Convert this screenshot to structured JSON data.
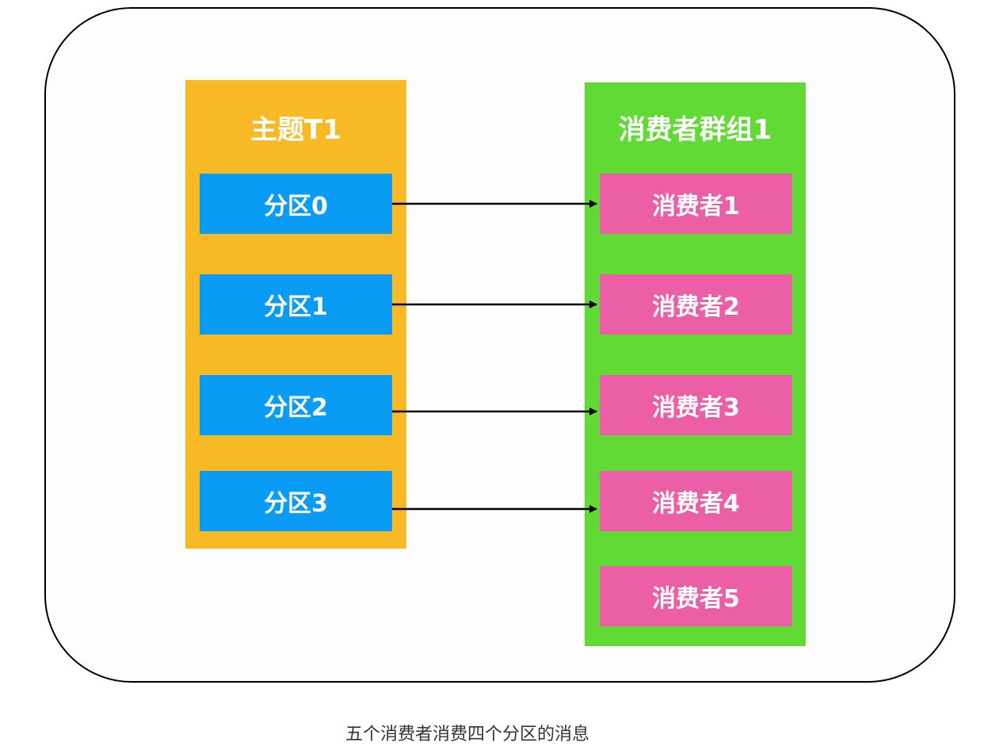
{
  "topic": {
    "title": "主题T1",
    "partitions": [
      "分区0",
      "分区1",
      "分区2",
      "分区3"
    ]
  },
  "consumer_group": {
    "title": "消费者群组1",
    "consumers": [
      "消费者1",
      "消费者2",
      "消费者3",
      "消费者4",
      "消费者5"
    ]
  },
  "links": [
    {
      "from": "分区0",
      "to": "消费者1"
    },
    {
      "from": "分区1",
      "to": "消费者2"
    },
    {
      "from": "分区2",
      "to": "消费者3"
    },
    {
      "from": "分区3",
      "to": "消费者4"
    }
  ],
  "caption": "五个消费者消费四个分区的消息",
  "colors": {
    "topic_panel": "#f7b924",
    "group_panel": "#62da36",
    "partition": "#0a9cf4",
    "consumer": "#ec5fa6",
    "arrow": "#000000"
  }
}
